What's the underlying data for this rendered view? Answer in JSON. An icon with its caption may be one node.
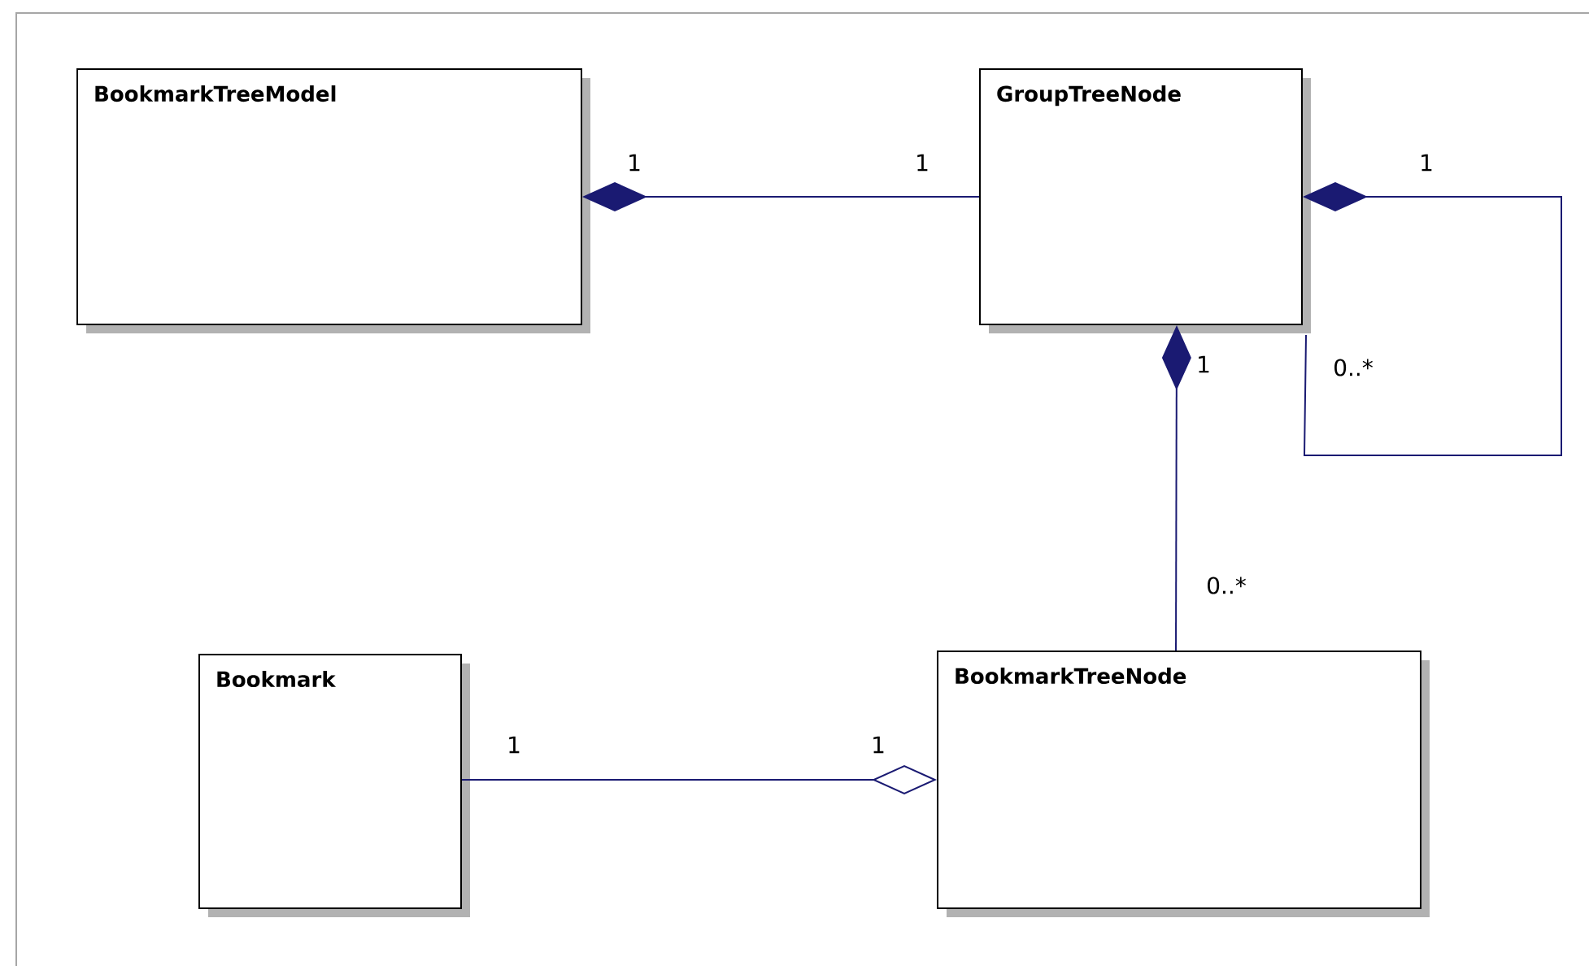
{
  "diagram": {
    "nodes": [
      {
        "text": [
          "BookmarkTreeModel"
        ]
      },
      {
        "text": [
          "GroupTreeNode"
        ]
      },
      {
        "text": [
          "Bookmark"
        ]
      },
      {
        "text": [
          "BookmarkTreeNode"
        ]
      }
    ],
    "edges": [
      {
        "from": 0,
        "to": 1,
        "arrow": "other"
      },
      {
        "from": 1,
        "to": 1,
        "arrow": "other"
      },
      {
        "from": 1,
        "to": 3,
        "arrow": "other"
      },
      {
        "from": 3,
        "to": 2,
        "arrow": "other"
      }
    ],
    "labels": [
      "1",
      "1",
      "1",
      "1",
      "0..*",
      "0..*",
      "1",
      "1"
    ]
  }
}
